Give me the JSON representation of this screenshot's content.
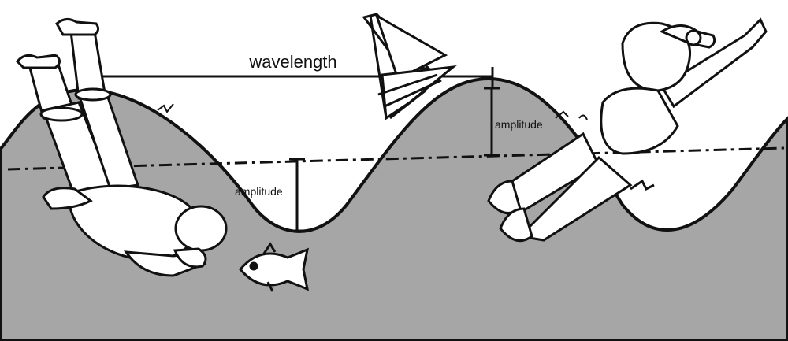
{
  "labels": {
    "wavelength": "wavelength",
    "amplitude_left": "amplitude",
    "amplitude_right": "amplitude"
  },
  "colors": {
    "water": "#a6a6a6",
    "ink": "#111111",
    "skin": "#ffffff",
    "background": "#ffffff"
  },
  "figures": {
    "left_diver": "diving-swimmer-icon",
    "right_swimmer": "leaping-swimmer-with-goggles-icon",
    "fish": "fish-icon",
    "sailboat": "capsized-sailboat-icon"
  }
}
